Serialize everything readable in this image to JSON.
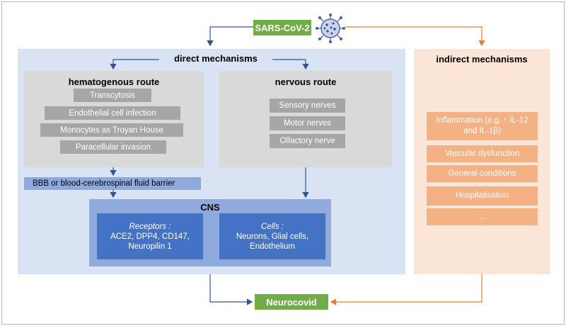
{
  "top_node": {
    "label": "SARS-CoV-2",
    "icon": "virus-icon"
  },
  "bottom_node": {
    "label": "Neurocovid"
  },
  "direct": {
    "title": "direct mechanisms",
    "hematogenous": {
      "title": "hematogenous route",
      "items": [
        "Transcytosis",
        "Endothelial cell infection",
        "Monocytes as Troyan House",
        "Paracellular invasion"
      ]
    },
    "nervous": {
      "title": "nervous route",
      "items": [
        "Sensory nerves",
        "Motor nerves",
        "Olfactory nerve"
      ]
    },
    "barrier": "BBB or blood-cerebrospinal fluid barrier",
    "cns": {
      "title": "CNS",
      "receptors_heading": "Receptors :",
      "receptors_text": "ACE2, DPP4, CD147, Neuropilin 1",
      "cells_heading": "Cells :",
      "cells_text": "Neurons, Glial cells, Endothelium"
    }
  },
  "indirect": {
    "title": "indirect mechanisms",
    "items": [
      "Inflammation (e.g. ↑ IL-12 and IL-1β)",
      "Vascular dysfunction",
      "General conditions",
      "Hospitalisation",
      "..."
    ]
  },
  "colors": {
    "green": "#70ad47",
    "blue_arrow": "#2f5597",
    "orange_arrow": "#ed7d31",
    "direct_bg": "#dae3f3",
    "indirect_bg": "#fbe5d6",
    "cns_dark": "#4472c4"
  }
}
